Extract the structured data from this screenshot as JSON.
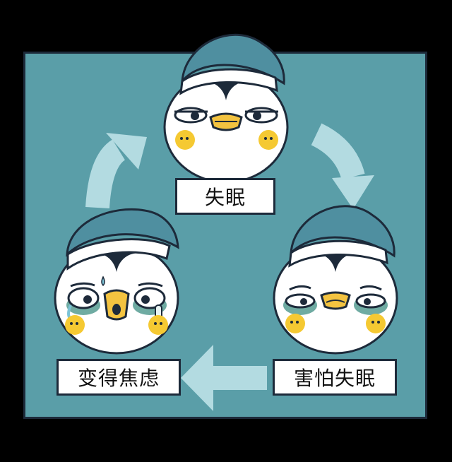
{
  "colors": {
    "background": "#000000",
    "panel": "#5a9ea8",
    "outline": "#1d2a3a",
    "arrow": "#b3dbe1",
    "hat": "#4f8fa0",
    "beak": "#f3c340",
    "cheek": "#f5c932",
    "tear": "#7cc3d6",
    "dark_circle": "#3f8f83"
  },
  "icons": [
    "penguin-sleepy-icon",
    "penguin-worried-icon",
    "penguin-crying-icon",
    "cycle-arrow-icon"
  ],
  "labels": {
    "top": "失眠",
    "right": "害怕失眠",
    "left": "变得焦虑"
  }
}
